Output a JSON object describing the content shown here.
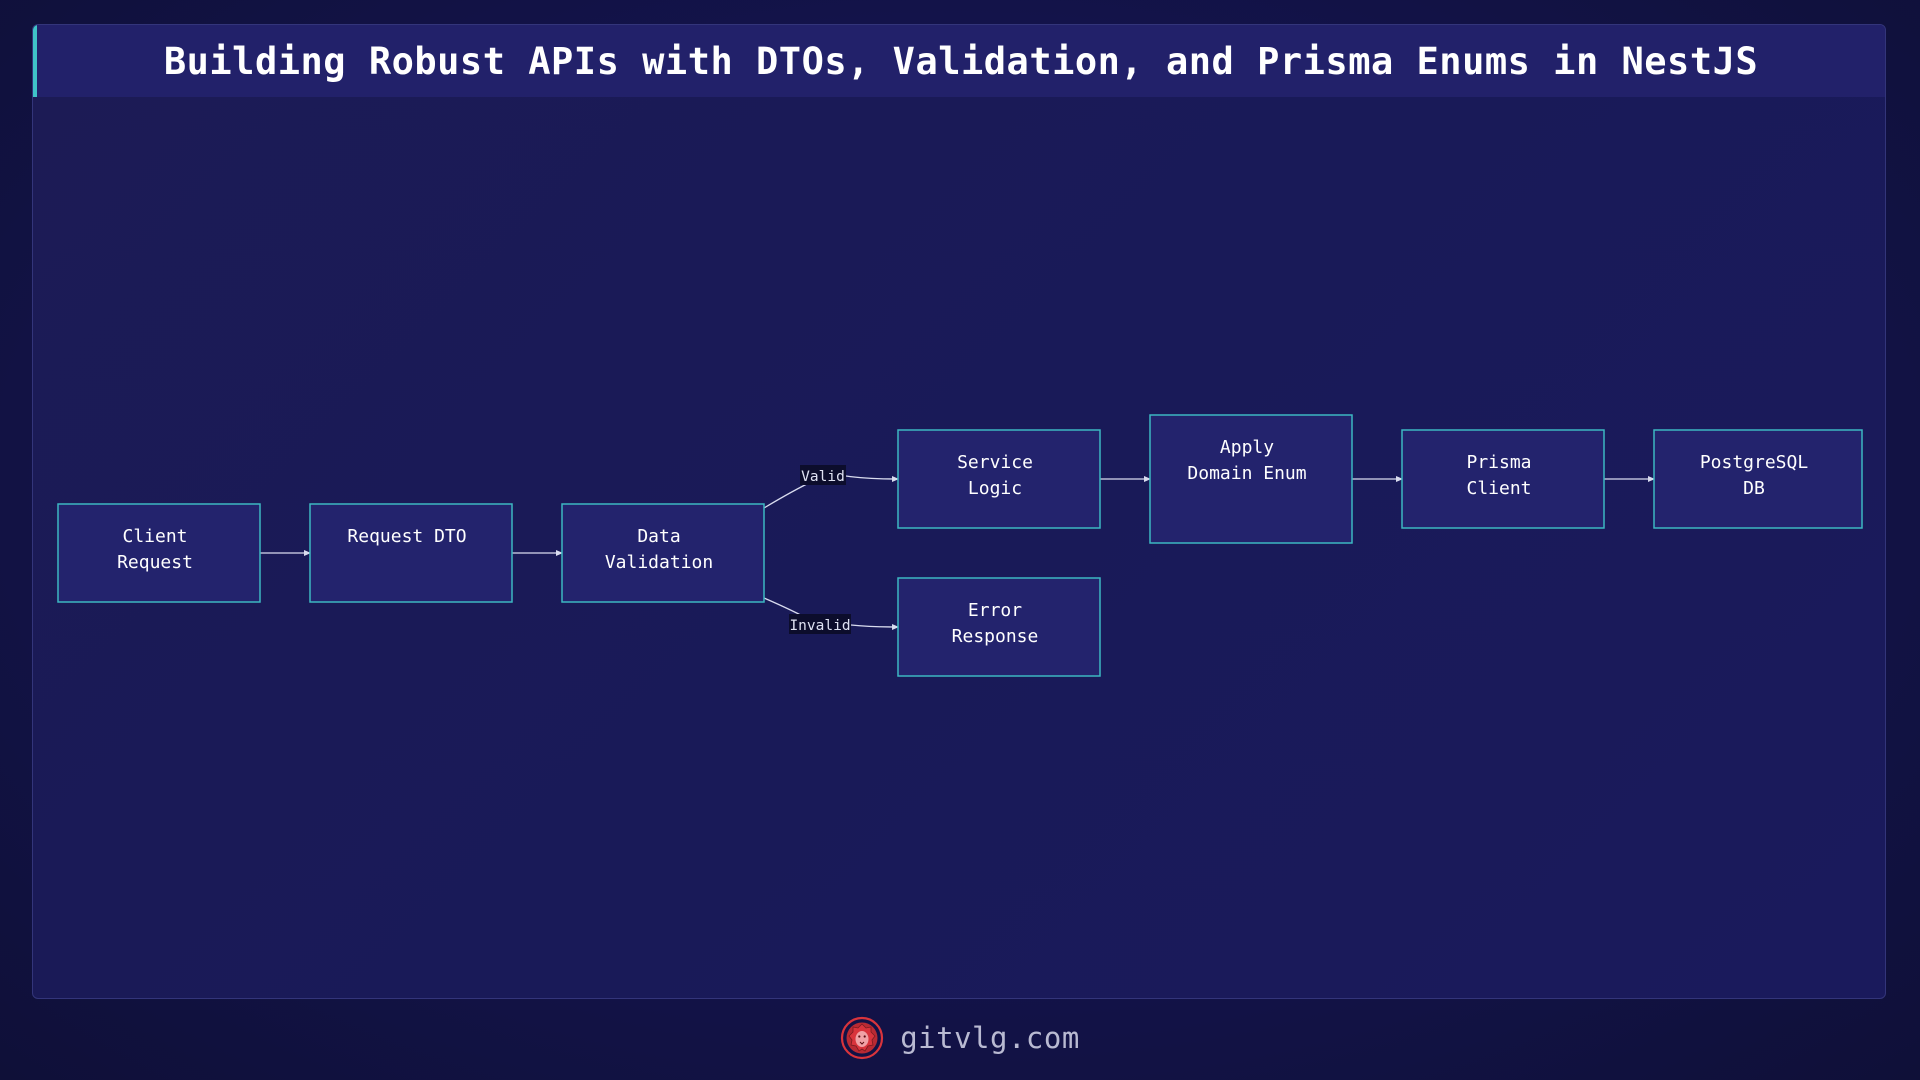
{
  "title": "Building Robust APIs with DTOs, Validation, and Prisma Enums in NestJS",
  "nodes": [
    {
      "id": "client",
      "lines": [
        "Client",
        "Request"
      ]
    },
    {
      "id": "dto",
      "lines": [
        "Request DTO"
      ]
    },
    {
      "id": "validation",
      "lines": [
        "Data",
        "Validation"
      ]
    },
    {
      "id": "service",
      "lines": [
        "Service",
        "Logic"
      ]
    },
    {
      "id": "error",
      "lines": [
        "Error",
        "Response"
      ]
    },
    {
      "id": "enum",
      "lines": [
        "Apply",
        "Domain Enum"
      ]
    },
    {
      "id": "prisma",
      "lines": [
        "Prisma",
        "Client"
      ]
    },
    {
      "id": "db",
      "lines": [
        "PostgreSQL",
        "DB"
      ]
    }
  ],
  "edges": [
    {
      "from": "client",
      "to": "dto",
      "label": ""
    },
    {
      "from": "dto",
      "to": "validation",
      "label": ""
    },
    {
      "from": "validation",
      "to": "service",
      "label": "Valid"
    },
    {
      "from": "validation",
      "to": "error",
      "label": "Invalid"
    },
    {
      "from": "service",
      "to": "enum",
      "label": ""
    },
    {
      "from": "enum",
      "to": "prisma",
      "label": ""
    },
    {
      "from": "prisma",
      "to": "db",
      "label": ""
    }
  ],
  "footer": {
    "site": "gitvlg.com",
    "logo_icon": "lion-head-icon"
  },
  "colors": {
    "accent": "#3fc3c8",
    "node_fill": "#23236d",
    "node_border": "#3cb7c2",
    "logo": "#d9343c"
  }
}
